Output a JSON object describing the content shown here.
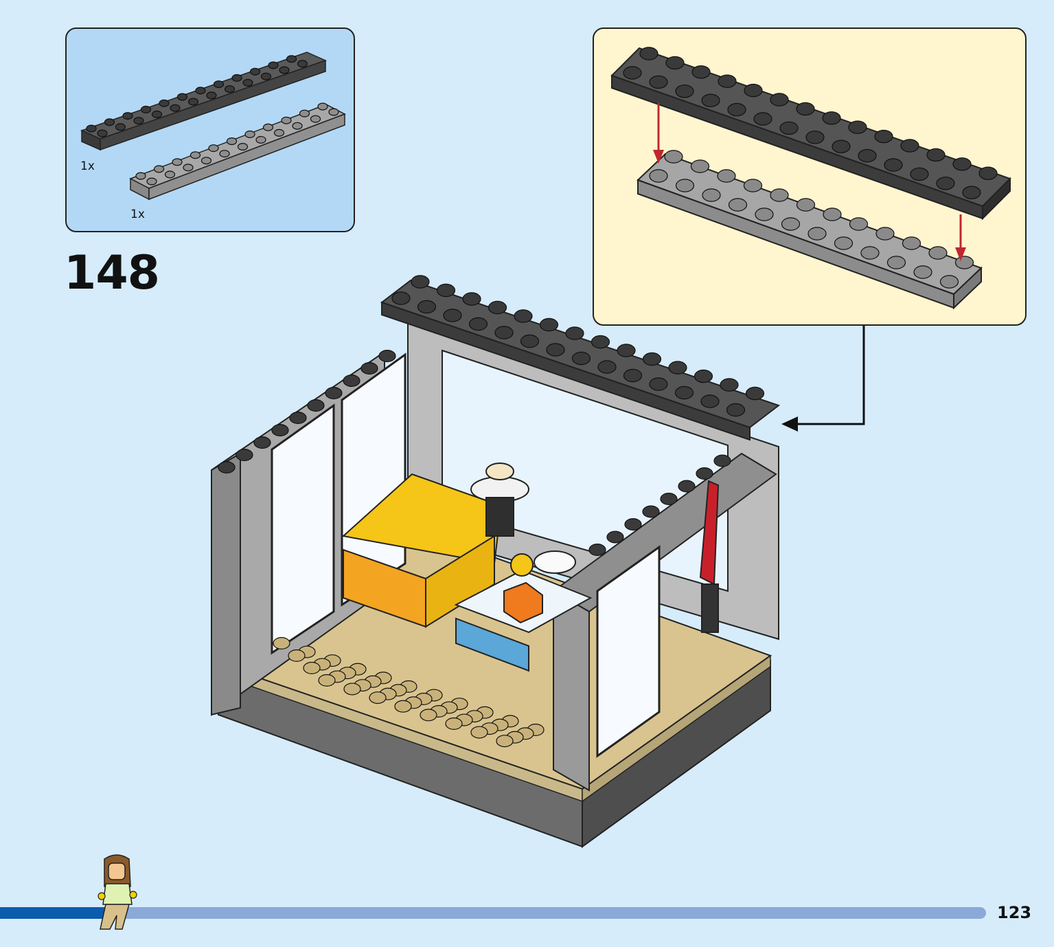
{
  "step": {
    "number": "148"
  },
  "parts": {
    "items": [
      {
        "qty": "1x",
        "color": "#4a4a4a",
        "name": "dark-gray-plate"
      },
      {
        "qty": "1x",
        "color": "#9c9c9c",
        "name": "light-gray-plate"
      }
    ]
  },
  "page": {
    "number": "123",
    "progress": 0.11
  },
  "colors": {
    "background": "#d6ecfb",
    "parts_box": "#b3d8f5",
    "callout_box": "#fff5cf",
    "progress_track": "#8aa9d8",
    "progress_fill": "#0b5cad",
    "arrow_red": "#c0262d"
  }
}
